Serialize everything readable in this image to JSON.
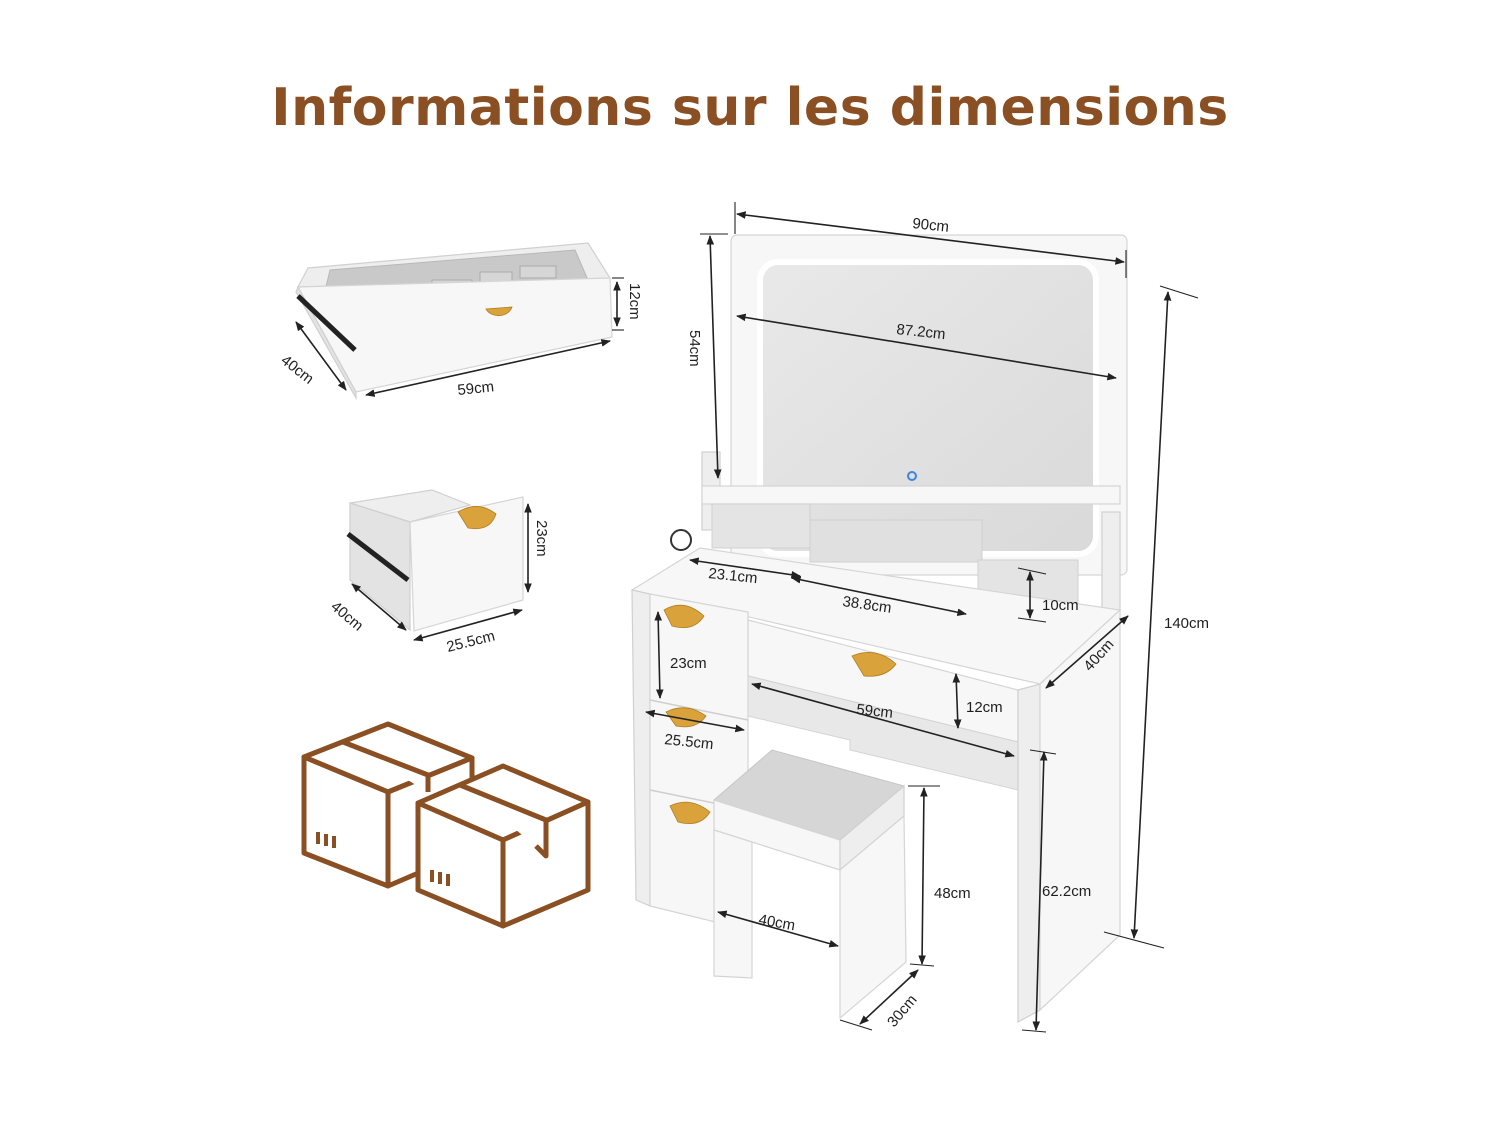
{
  "title": "Informations sur les dimensions",
  "colors": {
    "title": "#8a4f22",
    "box_outline": "#8a4f22",
    "handle_gold": "#d9a23b",
    "mirror_led": "#ffffff"
  },
  "icons": {
    "boxes": "package-boxes-icon",
    "touch": "touch-button-icon"
  },
  "dimensions": {
    "drawer_large": {
      "width": "59cm",
      "depth": "40cm",
      "height": "12cm"
    },
    "drawer_small": {
      "width": "25.5cm",
      "depth": "40cm",
      "height": "23cm"
    },
    "mirror": {
      "width": "90cm",
      "inner_width": "87.2cm",
      "height": "54cm"
    },
    "shelves": {
      "left": "23.1cm",
      "middle": "38.8cm",
      "height": "10cm"
    },
    "table": {
      "total_height": "140cm",
      "depth": "40cm",
      "leg_height": "62.2cm",
      "drawer_width": "59cm",
      "drawer_height": "12cm",
      "small_drawer_width": "25.5cm",
      "small_drawer_height": "23cm"
    },
    "stool": {
      "height": "48cm",
      "width": "40cm",
      "depth": "30cm"
    }
  }
}
